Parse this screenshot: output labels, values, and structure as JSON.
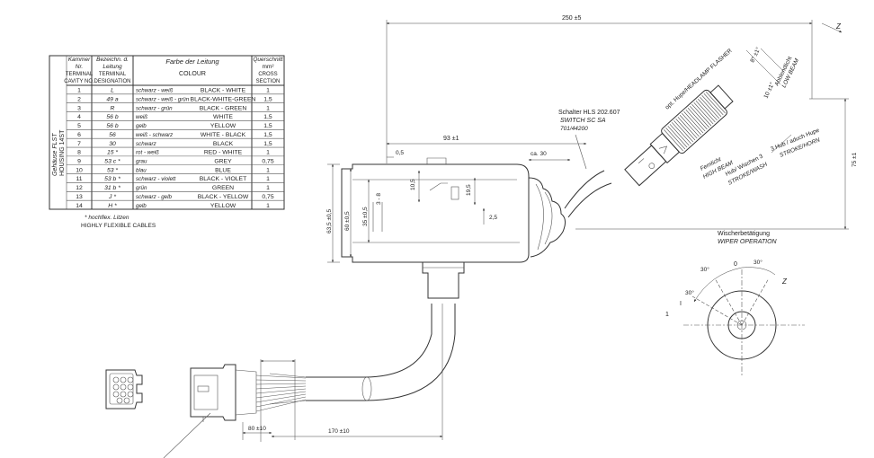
{
  "table": {
    "headers": {
      "cavity": [
        "Kammer",
        "Nr.",
        "TERMINAL",
        "CAVITY NO."
      ],
      "designation": [
        "Bezeichn. d.",
        "Leitung",
        "TERMINAL",
        "DESIGNATION"
      ],
      "colour": [
        "Farbe der Leitung",
        "COLOUR"
      ],
      "section": [
        "Querschnitt",
        "mm²",
        "CROSS",
        "SECTION"
      ]
    },
    "side_label": [
      "Gehäuse FLST",
      "HOUSING 14ST"
    ],
    "rows": [
      {
        "no": "1",
        "des": "L",
        "de": "schwarz - weiß",
        "en": "BLACK - WHITE",
        "mm": "1"
      },
      {
        "no": "2",
        "des": "49 a",
        "de": "schwarz - weiß - grün",
        "en": "BLACK-WHITE-GREEN",
        "mm": "1,5"
      },
      {
        "no": "3",
        "des": "R",
        "de": "schwarz - grün",
        "en": "BLACK - GREEN",
        "mm": "1"
      },
      {
        "no": "4",
        "des": "56 b",
        "de": "weiß",
        "en": "WHITE",
        "mm": "1,5"
      },
      {
        "no": "5",
        "des": "56 b",
        "de": "gelb",
        "en": "YELLOW",
        "mm": "1,5"
      },
      {
        "no": "6",
        "des": "56",
        "de": "weiß - schwarz",
        "en": "WHITE - BLACK",
        "mm": "1,5"
      },
      {
        "no": "7",
        "des": "30",
        "de": "schwarz",
        "en": "BLACK",
        "mm": "1,5"
      },
      {
        "no": "8",
        "des": "15 *",
        "de": "rot - weiß",
        "en": "RED - WHITE",
        "mm": "1"
      },
      {
        "no": "9",
        "des": "53 c *",
        "de": "grau",
        "en": "GREY",
        "mm": "0,75"
      },
      {
        "no": "10",
        "des": "53 *",
        "de": "blau",
        "en": "BLUE",
        "mm": "1"
      },
      {
        "no": "11",
        "des": "53 b *",
        "de": "schwarz - violett",
        "en": "BLACK - VIOLET",
        "mm": "1"
      },
      {
        "no": "12",
        "des": "31 b *",
        "de": "grün",
        "en": "GREEN",
        "mm": "1"
      },
      {
        "no": "13",
        "des": "J *",
        "de": "schwarz - gelb",
        "en": "BLACK - YELLOW",
        "mm": "0,75"
      },
      {
        "no": "14",
        "des": "H *",
        "de": "gelb",
        "en": "YELLOW",
        "mm": "1"
      }
    ],
    "footnote_de": "* hochflex. Litzen",
    "footnote_en": "HIGHLY FLEXIBLE CABLES"
  },
  "dims": {
    "overall": "250 ±5",
    "d93": "93 ±1",
    "d05": "0,5",
    "d30": "ca. 30",
    "d105": "10,5",
    "d195": "19,5",
    "d25": "2,5",
    "d38": "3 - 8",
    "d635": "63,5 ±0,5",
    "d60": "60 ±0,5",
    "d35": "35 ±0,5",
    "d75": "75 ±1",
    "d80": "80 ±10",
    "d170": "170 ±10",
    "d8": "8° ±1°",
    "d10": "10 ±1°",
    "d3": "3"
  },
  "labels": {
    "z_top": "Z",
    "z_side": "Z",
    "switch_de": "Schalter HLS 202.607",
    "switch_en": "SWITCH SC SA",
    "switch_no": "701/44200",
    "abblend_de": "Abblendlicht",
    "abblend_en": "LOW BEAM",
    "flasher": "opt. Hupe/HEADLAMP FLASHER",
    "fern_de": "Fernlicht",
    "fern_en": "HIGH BEAM",
    "hub_de": "Hub/ Wischen 3",
    "hub_en": "STROKE/WASH",
    "hupe_de": "3 Hub / aduch Hupe",
    "hupe_en": "STROKE/HORN",
    "wiper_de": "Wischerbetätigung",
    "wiper_en": "WIPER OPERATION",
    "a30a": "30°",
    "a30b": "30°",
    "a30c": "30°",
    "p0": "0",
    "p1": "1",
    "pI": "I"
  }
}
